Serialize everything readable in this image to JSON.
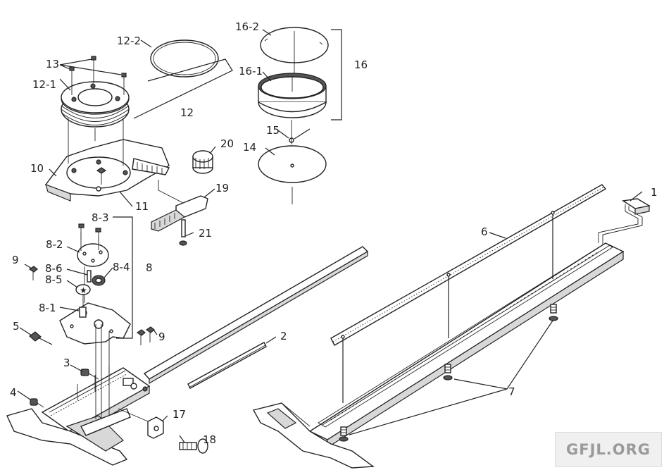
{
  "labels": {
    "l1": "1",
    "l2": "2",
    "l3": "3",
    "l4": "4",
    "l5": "5",
    "l6": "6",
    "l7": "7",
    "l8": "8",
    "l8_1": "8-1",
    "l8_2": "8-2",
    "l8_3": "8-3",
    "l8_4": "8-4",
    "l8_5": "8-5",
    "l8_6": "8-6",
    "l9a": "9",
    "l9b": "9",
    "l10": "10",
    "l11": "11",
    "l12": "12",
    "l12_1": "12-1",
    "l12_2": "12-2",
    "l13": "13",
    "l14": "14",
    "l15": "15",
    "l16": "16",
    "l16_1": "16-1",
    "l16_2": "16-2",
    "l17": "17",
    "l18": "18",
    "l19": "19",
    "l20": "20",
    "l21": "21"
  },
  "watermark": {
    "text": "GFJL.ORG"
  }
}
